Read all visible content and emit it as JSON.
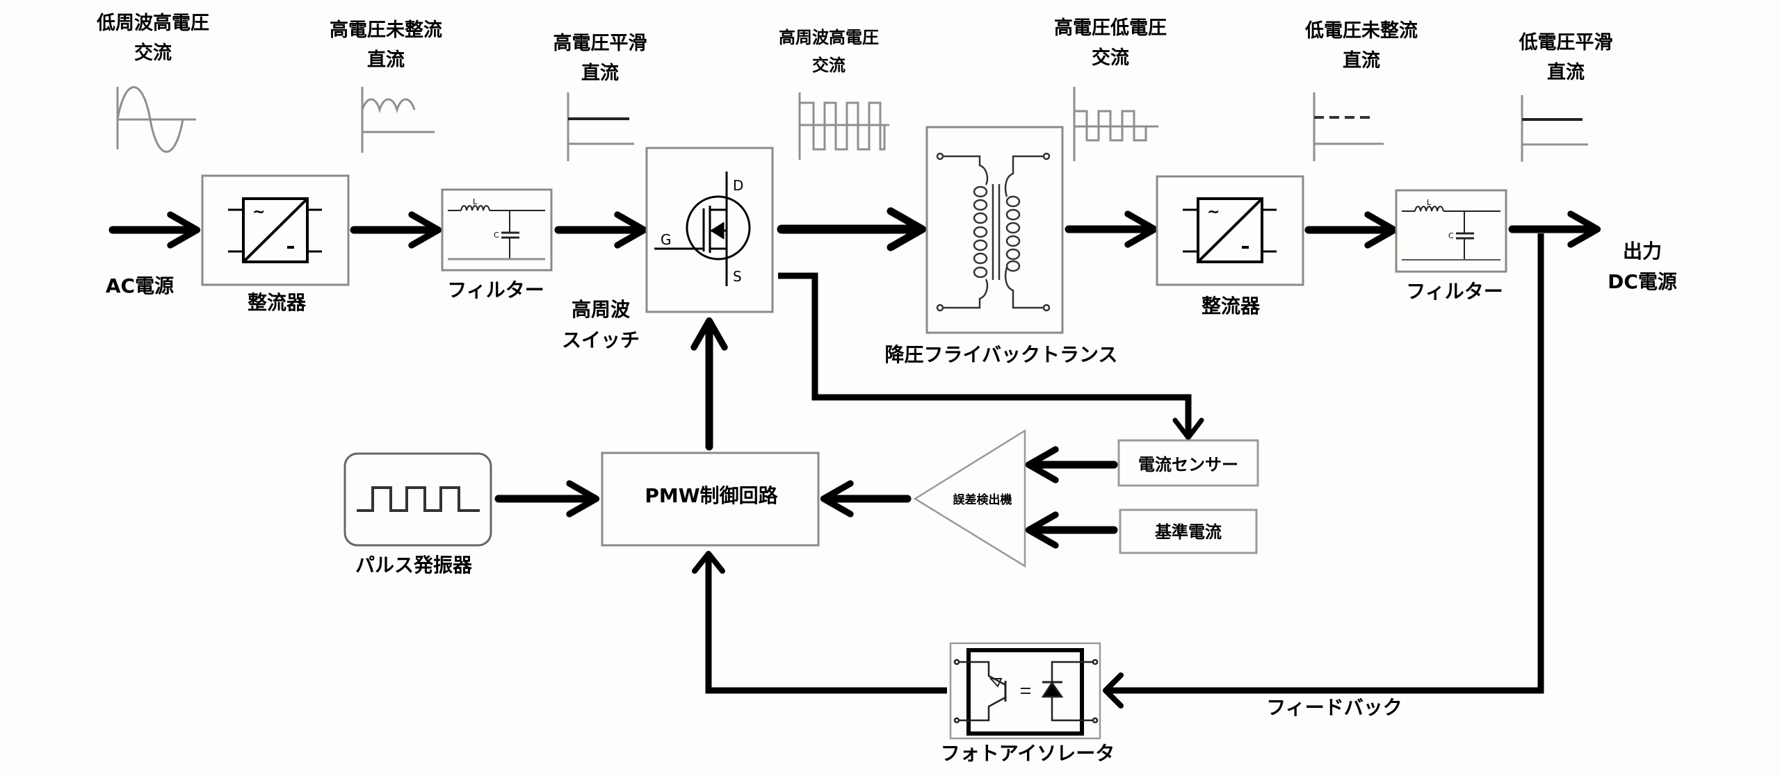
{
  "title": "降圧フライバック型スイッチング電源 ブロック図",
  "waveform_headers": [
    {
      "id": "lf-hv-ac",
      "line1": "低周波高電圧",
      "line2": "交流",
      "icon": "sine-wave-icon"
    },
    {
      "id": "hv-unrect-dc",
      "line1": "高電圧未整流",
      "line2": "直流",
      "icon": "ripple-dc-icon"
    },
    {
      "id": "hv-smooth-dc",
      "line1": "高電圧平滑",
      "line2": "直流",
      "icon": "smooth-dc-icon"
    },
    {
      "id": "hf-hv-ac",
      "line1": "高周波高電圧",
      "line2": "交流",
      "icon": "square-wave-icon"
    },
    {
      "id": "hv-lv-ac",
      "line1": "高電圧低電圧",
      "line2": "交流",
      "icon": "low-square-wave-icon"
    },
    {
      "id": "lv-unrect-dc",
      "line1": "低電圧未整流",
      "line2": "直流",
      "icon": "dashed-dc-icon"
    },
    {
      "id": "lv-smooth-dc",
      "line1": "低電圧平滑",
      "line2": "直流",
      "icon": "smooth-dc-icon"
    }
  ],
  "blocks": {
    "ac_source": "AC電源",
    "rectifier1": "整流器",
    "filter1": "フィルター",
    "hf_switch_line1": "高周波",
    "hf_switch_line2": "スイッチ",
    "transformer": "降圧フライバックトランス",
    "rectifier2": "整流器",
    "filter2": "フィルター",
    "output_line1": "出力",
    "output_line2": "DC電源",
    "pulse_osc": "パルス発振器",
    "pwm_control": "PMW制御回路",
    "error_detector": "誤差検出機",
    "current_sensor": "電流センサー",
    "reference_current": "基準電流",
    "photo_isolator": "フォトアイソレータ",
    "feedback": "フィードバック"
  },
  "symbols": {
    "mosfet_drain": "D",
    "mosfet_gate": "G",
    "mosfet_source": "S",
    "inductor": "L",
    "capacitor": "C",
    "ac_symbol": "~",
    "dc_symbol": "-"
  },
  "colors": {
    "line": "#000000",
    "box_border": "#8a8a8a",
    "waveform": "#8f8f8f",
    "background": "#fdfdfb"
  }
}
